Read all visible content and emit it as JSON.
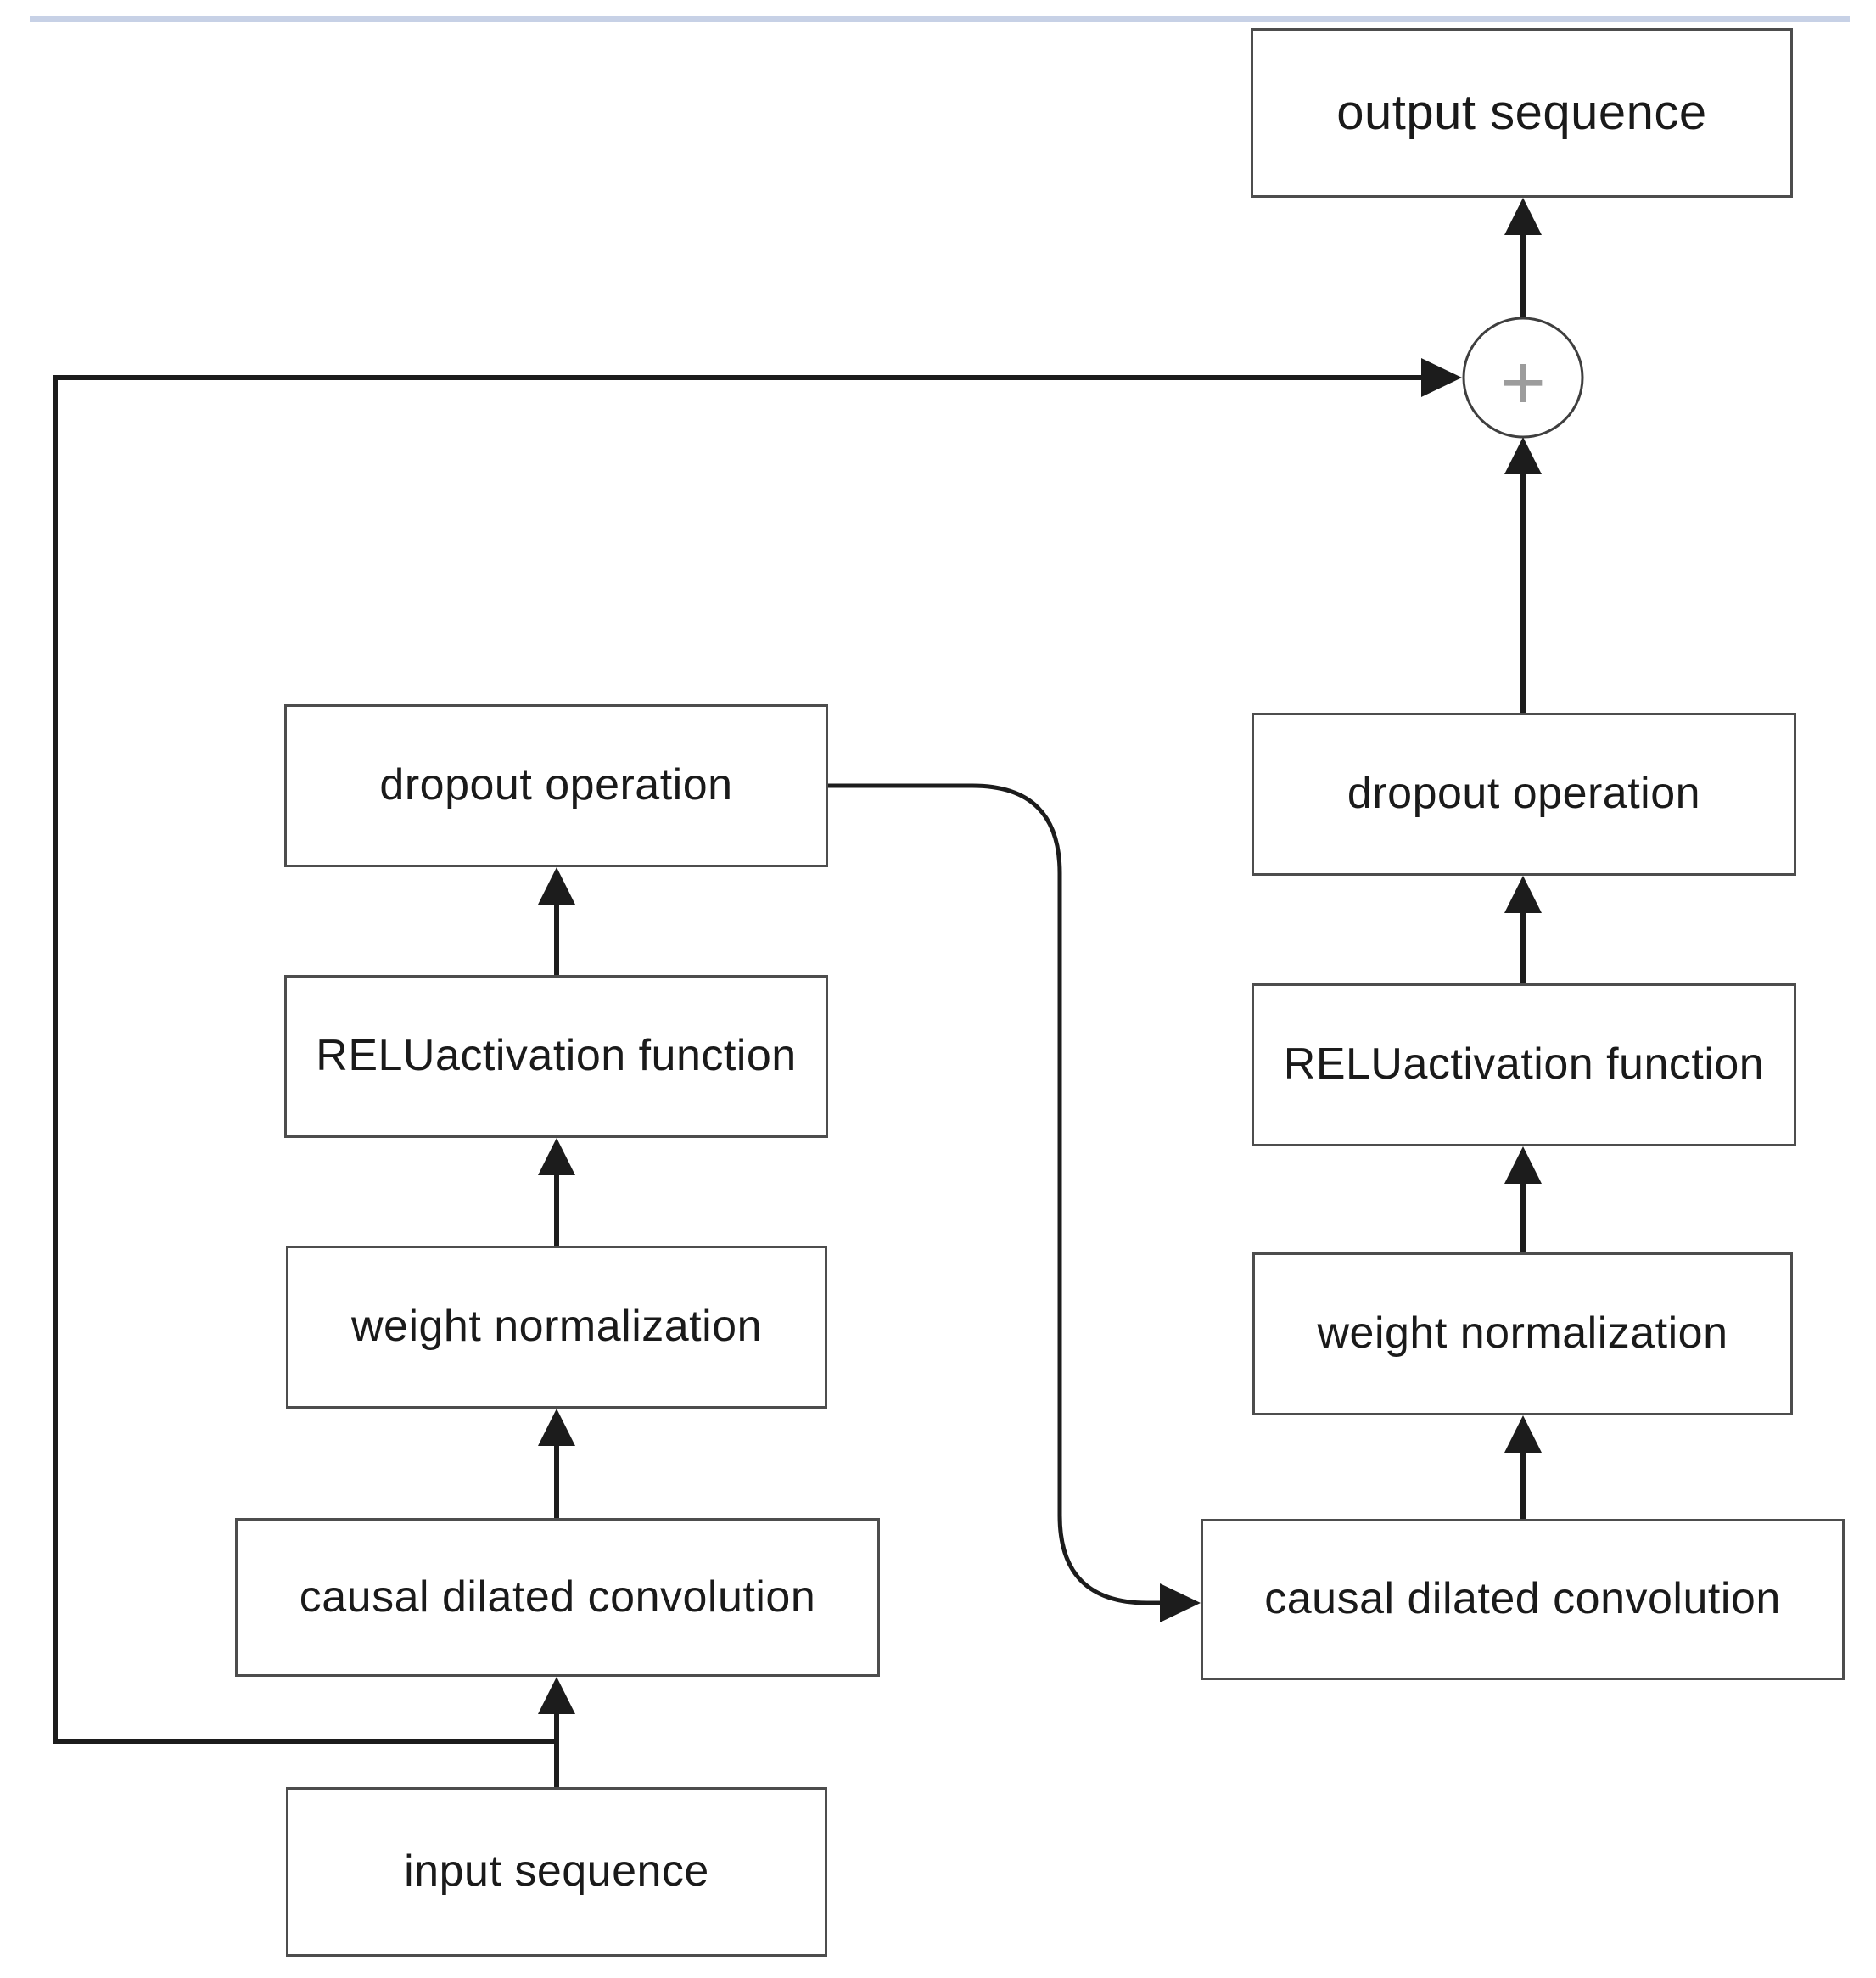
{
  "diagram": {
    "output_node": {
      "label": "output sequence"
    },
    "sum_node": {
      "symbol": "+"
    },
    "right_branch": [
      {
        "id": "dropout-right",
        "label": "dropout operation"
      },
      {
        "id": "relu-right",
        "label": "RELUactivation function"
      },
      {
        "id": "weight-norm-right",
        "label": "weight normalization"
      },
      {
        "id": "causal-conv-right",
        "label": "causal dilated convolution"
      }
    ],
    "left_branch": [
      {
        "id": "dropout-left",
        "label": "dropout operation"
      },
      {
        "id": "relu-left",
        "label": "RELUactivation function"
      },
      {
        "id": "weight-norm-left",
        "label": "weight normalization"
      },
      {
        "id": "causal-conv-left",
        "label": "causal dilated convolution"
      }
    ],
    "input_node": {
      "label": "input sequence"
    },
    "connections": [
      "input sequence -> causal dilated convolution (left)",
      "causal dilated convolution (left) -> weight normalization (left)",
      "weight normalization (left) -> RELUactivation function (left)",
      "RELUactivation function (left) -> dropout operation (left)",
      "dropout operation (left) -> causal dilated convolution (right)",
      "causal dilated convolution (right) -> weight normalization (right)",
      "weight normalization (right) -> RELUactivation function (right)",
      "RELUactivation function (right) -> dropout operation (right)",
      "dropout operation (right) -> +",
      "input sequence -> + (skip connection)",
      "+ -> output sequence"
    ],
    "colors": {
      "top_rule": "#c7d1e6",
      "box_border": "#4d4d4d",
      "arrow": "#1c1c1c",
      "plus_sign": "#9c9c9c",
      "text": "#1a1a1a"
    }
  }
}
